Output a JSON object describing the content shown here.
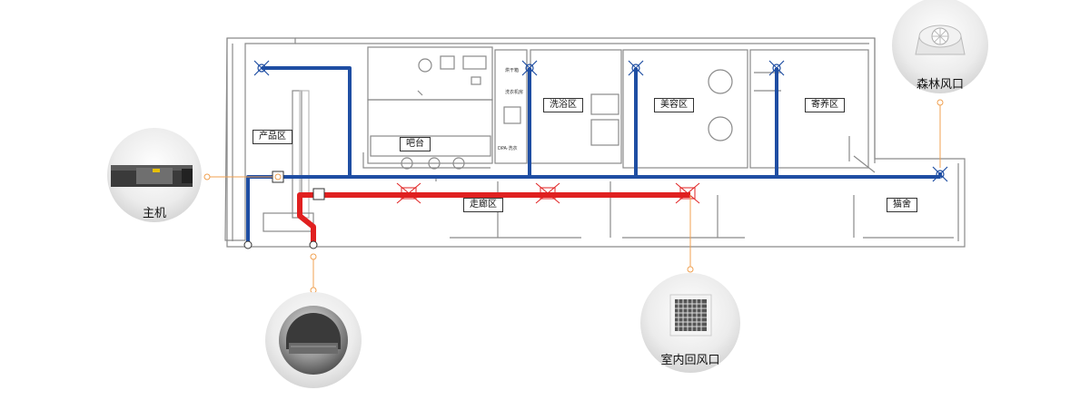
{
  "rooms": {
    "product": "产品区",
    "bar": "吧台",
    "bath": "洗浴区",
    "beauty": "美容区",
    "boarding": "寄养区",
    "corridor": "走廊区",
    "cattery": "猫舍"
  },
  "equipment": {
    "main_unit": "主机",
    "forest_vent": "森林风口",
    "indoor_return_vent": "室内回风口"
  },
  "small_labels": {
    "a": "烘干箱",
    "b": "洗衣机房",
    "c": "DPA·洗衣"
  },
  "colors": {
    "fresh_air_duct": "#1f4ea3",
    "exhaust_duct": "#e02020",
    "leader_line": "#f0a050",
    "wall": "#8a8a8a"
  }
}
